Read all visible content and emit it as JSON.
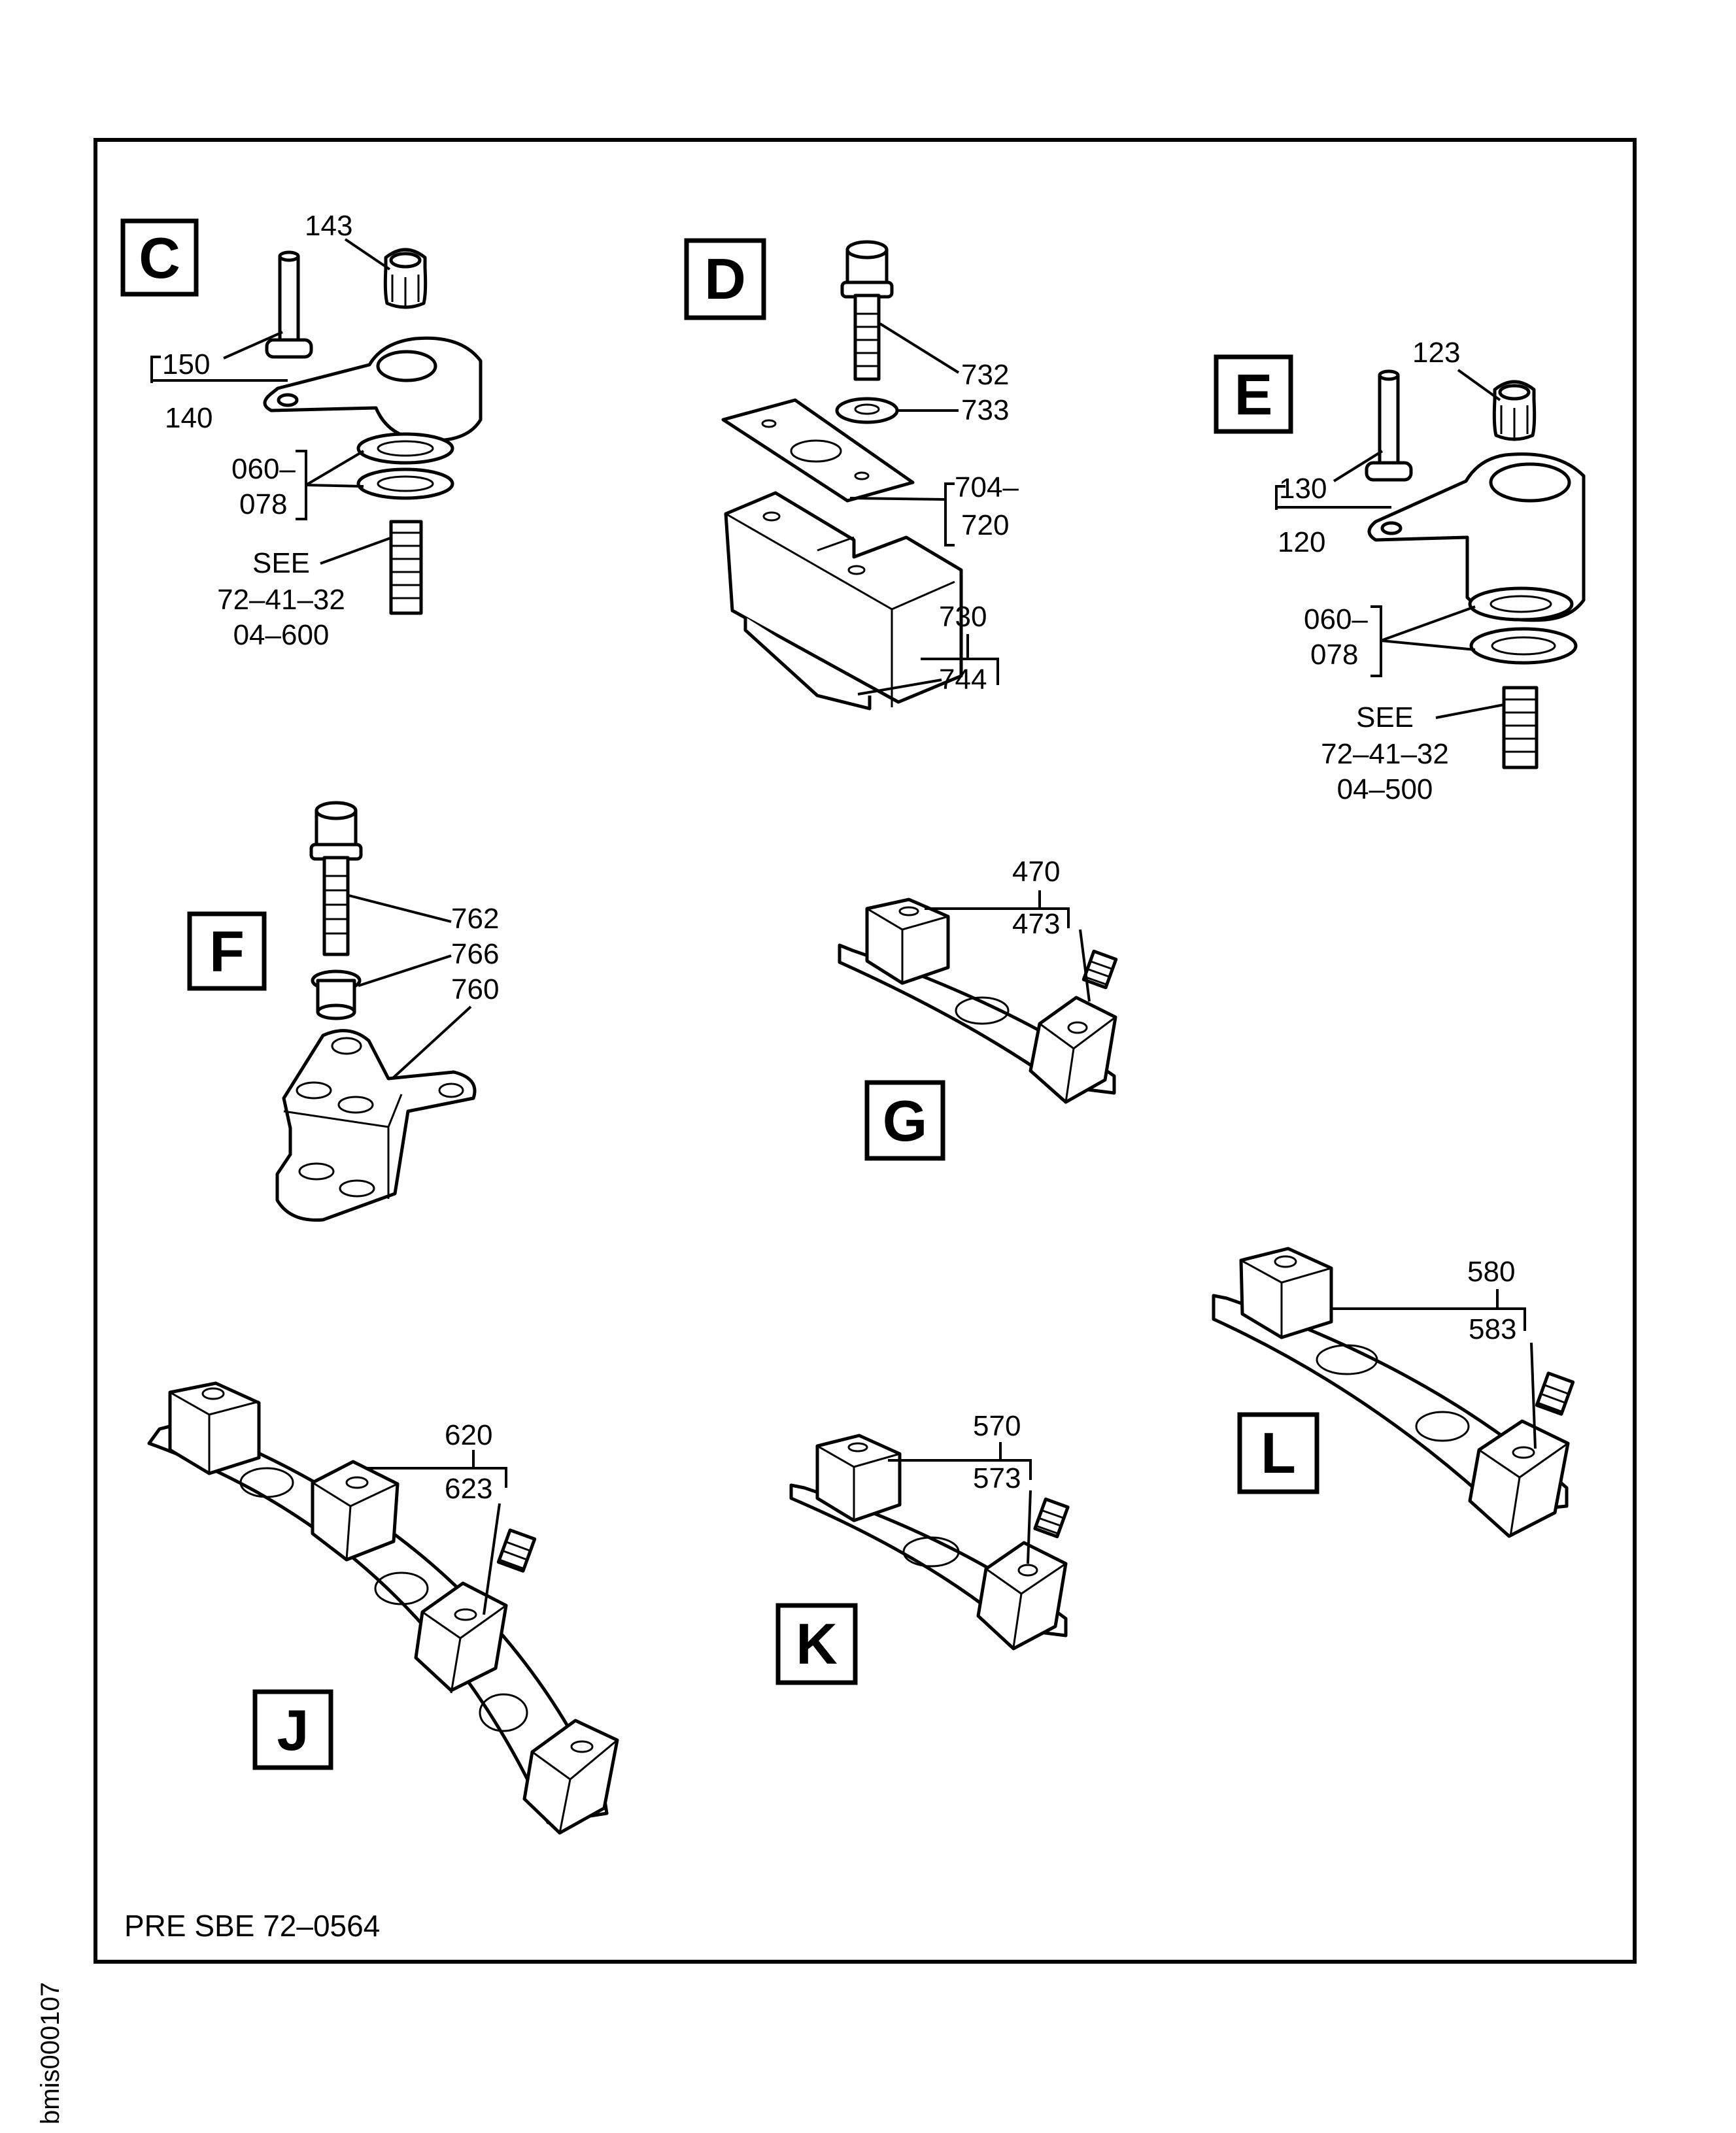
{
  "views": {
    "C": {
      "letter": "C",
      "callouts": [
        "143",
        "150",
        "140",
        "060–",
        "078"
      ],
      "see": [
        "SEE",
        "72–41–32",
        "04–600"
      ]
    },
    "D": {
      "letter": "D",
      "callouts": [
        "732",
        "733",
        "704–",
        "720",
        "730",
        "744"
      ]
    },
    "E": {
      "letter": "E",
      "callouts": [
        "123",
        "130",
        "120",
        "060–",
        "078"
      ],
      "see": [
        "SEE",
        "72–41–32",
        "04–500"
      ]
    },
    "F": {
      "letter": "F",
      "callouts": [
        "762",
        "766",
        "760"
      ]
    },
    "G": {
      "letter": "G",
      "callouts": [
        "470",
        "473"
      ]
    },
    "J": {
      "letter": "J",
      "callouts": [
        "620",
        "623"
      ]
    },
    "K": {
      "letter": "K",
      "callouts": [
        "570",
        "573"
      ]
    },
    "L": {
      "letter": "L",
      "callouts": [
        "580",
        "583"
      ]
    }
  },
  "note": "PRE SBE 72–0564",
  "side_label": "bmis000107"
}
